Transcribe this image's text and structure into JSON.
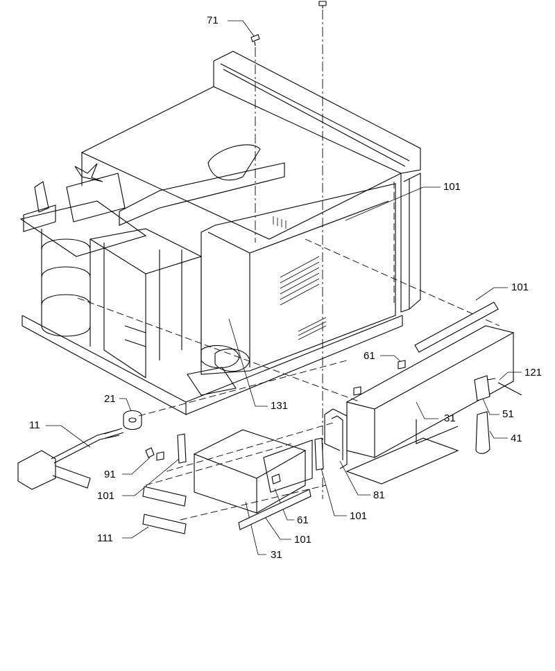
{
  "callouts": [
    {
      "id": "c71",
      "text": "71"
    },
    {
      "id": "c101a",
      "text": "101"
    },
    {
      "id": "c101b",
      "text": "101"
    },
    {
      "id": "c61a",
      "text": "61"
    },
    {
      "id": "c121",
      "text": "121"
    },
    {
      "id": "c131",
      "text": "131"
    },
    {
      "id": "c21",
      "text": "21"
    },
    {
      "id": "c11",
      "text": "11"
    },
    {
      "id": "c31a",
      "text": "31"
    },
    {
      "id": "c51",
      "text": "51"
    },
    {
      "id": "c41",
      "text": "41"
    },
    {
      "id": "c91",
      "text": "91"
    },
    {
      "id": "c101c",
      "text": "101"
    },
    {
      "id": "c81",
      "text": "81"
    },
    {
      "id": "c101d",
      "text": "101"
    },
    {
      "id": "c61b",
      "text": "61"
    },
    {
      "id": "c111",
      "text": "111"
    },
    {
      "id": "c101e",
      "text": "101"
    },
    {
      "id": "c31b",
      "text": "31"
    }
  ]
}
